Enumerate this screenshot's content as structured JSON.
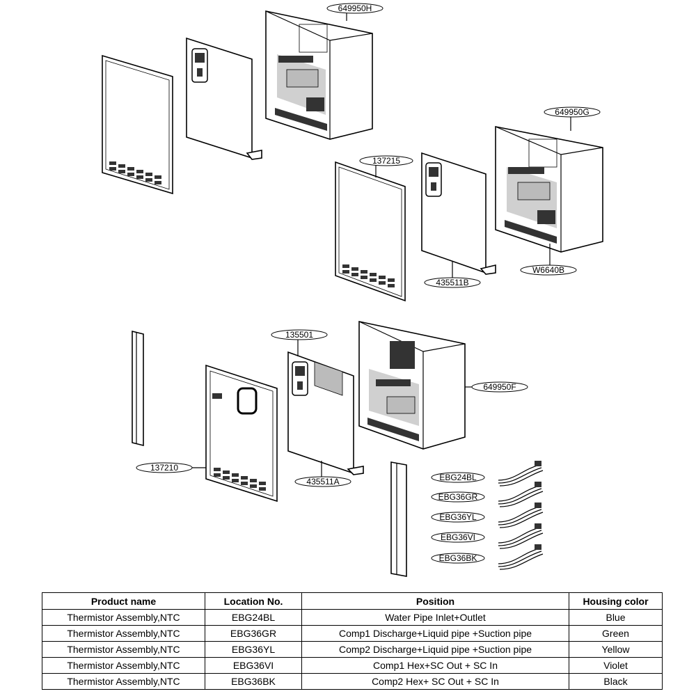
{
  "callouts": {
    "c649950H": "649950H",
    "c649950G": "649950G",
    "c137215": "137215",
    "c435511B": "435511B",
    "cW6640B": "W6640B",
    "c135501": "135501",
    "c649950F": "649950F",
    "c137210": "137210",
    "c435511A": "435511A",
    "cEBG24BL": "EBG24BL",
    "cEBG36GR": "EBG36GR",
    "cEBG36YL": "EBG36YL",
    "cEBG36VI": "EBG36VI",
    "cEBG36BK": "EBG36BK"
  },
  "table": {
    "headers": [
      "Product name",
      "Location No.",
      "Position",
      "Housing color"
    ],
    "rows": [
      [
        "Thermistor Assembly,NTC",
        "EBG24BL",
        "Water Pipe Inlet+Outlet",
        "Blue"
      ],
      [
        "Thermistor Assembly,NTC",
        "EBG36GR",
        "Comp1 Discharge+Liquid pipe +Suction pipe",
        "Green"
      ],
      [
        "Thermistor Assembly,NTC",
        "EBG36YL",
        "Comp2 Discharge+Liquid pipe +Suction pipe",
        "Yellow"
      ],
      [
        "Thermistor Assembly,NTC",
        "EBG36VI",
        "Comp1 Hex+SC Out + SC In",
        "Violet"
      ],
      [
        "Thermistor Assembly,NTC",
        "EBG36BK",
        "Comp2 Hex+ SC Out + SC In",
        "Black"
      ]
    ]
  }
}
